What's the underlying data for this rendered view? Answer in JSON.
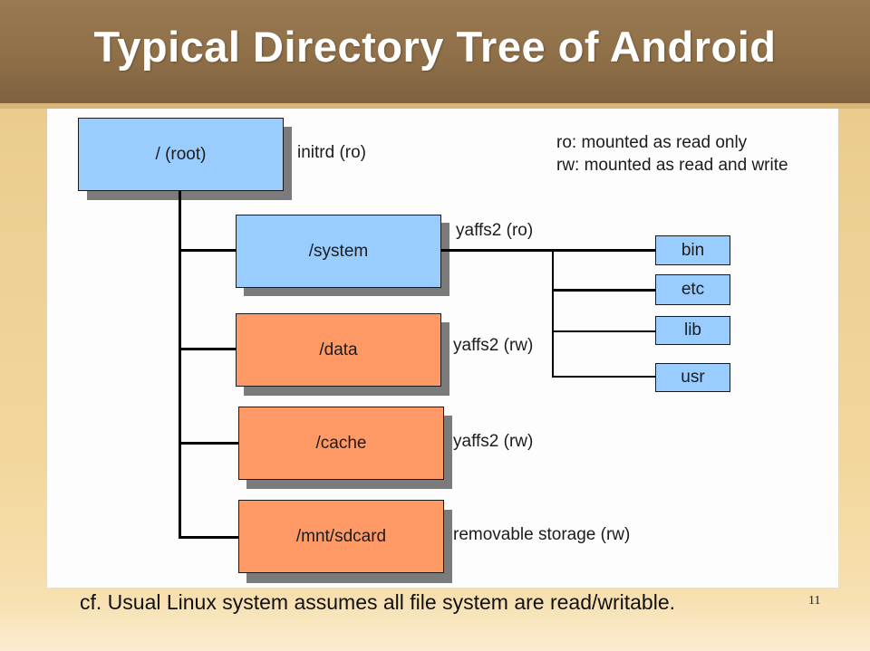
{
  "slide": {
    "title": "Typical Directory Tree of Android",
    "footer_note": "cf. Usual Linux system assumes all file system are read/writable.",
    "page_number": "11"
  },
  "legend": {
    "ro": "ro: mounted as read only",
    "rw": "rw: mounted as read and write"
  },
  "tree": {
    "root": {
      "label": "/ (root)",
      "fs": "initrd (ro)",
      "color": "#99ccff"
    },
    "children": [
      {
        "label": "/system",
        "fs": "yaffs2 (ro)",
        "color": "#99ccff"
      },
      {
        "label": "/data",
        "fs": "yaffs2 (rw)",
        "color": "#ff9966"
      },
      {
        "label": "/cache",
        "fs": "yaffs2 (rw)",
        "color": "#ff9966"
      },
      {
        "label": "/mnt/sdcard",
        "fs": "removable storage (rw)",
        "color": "#ff9966"
      }
    ],
    "system_children": [
      {
        "label": "bin"
      },
      {
        "label": "etc"
      },
      {
        "label": "lib"
      },
      {
        "label": "usr"
      }
    ]
  }
}
